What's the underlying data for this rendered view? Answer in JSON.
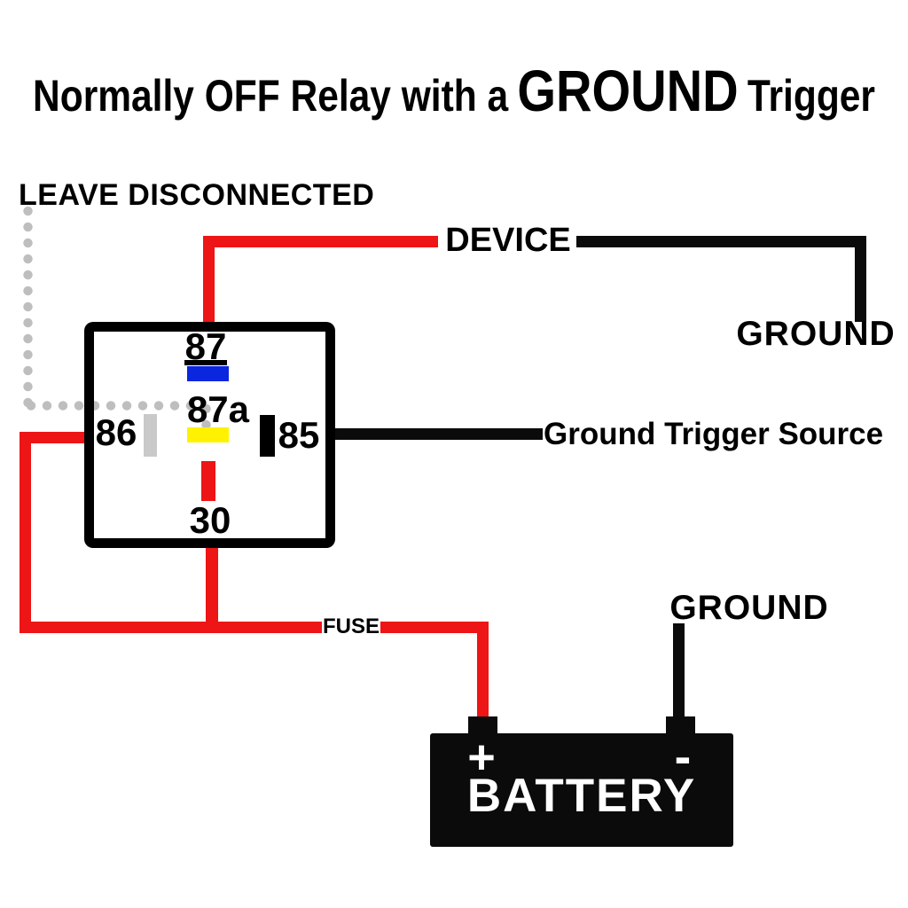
{
  "title": {
    "prefix": "Normally OFF Relay with a",
    "emphasis": "GROUND",
    "suffix": "Trigger"
  },
  "annotations": {
    "leave_disconnected": "LEAVE DISCONNECTED",
    "device": "DEVICE",
    "ground_device": "GROUND",
    "ground_trigger_source": "Ground Trigger Source",
    "fuse": "FUSE",
    "ground_battery": "GROUND"
  },
  "relay": {
    "pins": [
      {
        "id": "87",
        "label": "87",
        "terminal_color": "#0B26DF"
      },
      {
        "id": "87a",
        "label": "87a",
        "terminal_color": "#FFF200"
      },
      {
        "id": "86",
        "label": "86",
        "terminal_color": "#C9C9C9"
      },
      {
        "id": "85",
        "label": "85",
        "terminal_color": "#000000"
      },
      {
        "id": "30",
        "label": "30",
        "terminal_color": "#ED1515"
      }
    ]
  },
  "battery": {
    "label": "BATTERY",
    "positive": "+",
    "negative": "-"
  },
  "colors": {
    "power_wire_red": "#ED1515",
    "ground_wire_black": "#0B0B0B",
    "disconnected_dot_gray": "#BEBEBE",
    "background": "#FFFFFF"
  }
}
